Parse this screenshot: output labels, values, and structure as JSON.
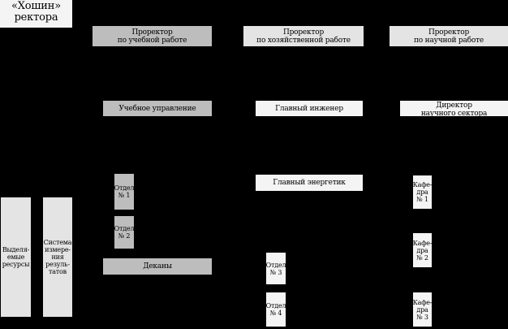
{
  "nodes": {
    "head": "«Хошин»\nректора",
    "prorector_study": "Проректор\nпо учебной работе",
    "prorector_econ": "Проректор\nпо хозяйственной работе",
    "prorector_science": "Проректор\nпо научной работе",
    "study_department": "Учебное управление",
    "chief_engineer": "Главный инженер",
    "science_director": "Директор\nнаучного сектора",
    "dept_1": "Отдел\n№ 1",
    "dept_2": "Отдел\n№ 2",
    "chief_power_engineer": "Главный энергетик",
    "deans": "Деканы",
    "dept_3": "Отдел\n№ 3",
    "dept_4": "Отдел\n№ 4",
    "chair_1": "Кафе-\nдра\n№ 1",
    "chair_2": "Кафе-\nдра\n№ 2",
    "chair_3": "Кафе-\nдра\n№ 3",
    "allocated_resources": "Выделя-\nемые\nресурсы",
    "measurement_system": "Система\nизмере-\nния\nрезуль-\nтатов"
  }
}
